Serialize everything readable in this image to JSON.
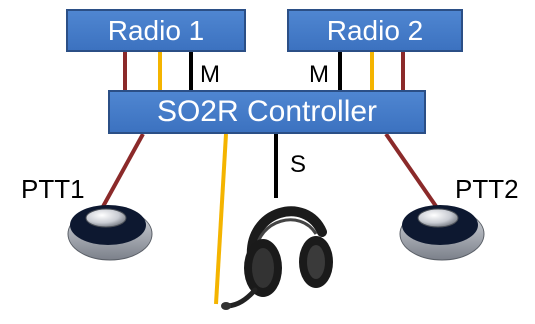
{
  "radio1": {
    "label": "Radio 1"
  },
  "radio2": {
    "label": "Radio 2"
  },
  "controller": {
    "label": "SO2R Controller"
  },
  "connections": {
    "mic_label_left": "M",
    "mic_label_right": "M",
    "speaker_label": "S"
  },
  "ptt1": {
    "label": "PTT1"
  },
  "ptt2": {
    "label": "PTT2"
  },
  "colors": {
    "box_fill": "#4a80cc",
    "box_border": "#2b4f86",
    "ptt_wire": "#8b2a2a",
    "mic_wire": "#f4b400",
    "audio_wire": "#000000"
  }
}
